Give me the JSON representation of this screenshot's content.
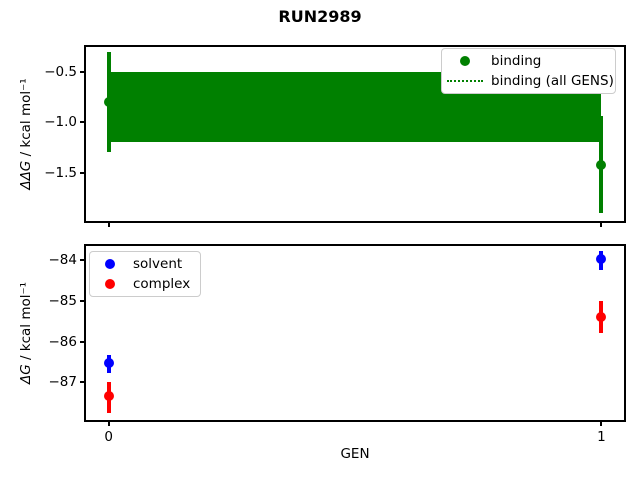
{
  "figure": {
    "title": "RUN2989",
    "background": "#ffffff"
  },
  "chart_data": [
    {
      "type": "scatter",
      "name": "binding-panel",
      "ylabel": {
        "math": "ΔΔG",
        "units": " / kcal mol⁻¹"
      },
      "xlim": [
        -0.05,
        1.05
      ],
      "ylim": [
        -2.0,
        -0.235
      ],
      "grid": false,
      "yticks": [
        {
          "value": -0.5,
          "label": "−0.5"
        },
        {
          "value": -1.0,
          "label": "−1.0"
        },
        {
          "value": -1.5,
          "label": "−1.5"
        }
      ],
      "xticks": [
        {
          "value": 0,
          "label": ""
        },
        {
          "value": 1,
          "label": ""
        }
      ],
      "series": [
        {
          "name": "binding",
          "color": "#008000",
          "marker": "circle",
          "points": [
            {
              "x": 0,
              "y": -0.8,
              "err_lo": -1.3,
              "err_hi": -0.3
            },
            {
              "x": 1,
              "y": -1.42,
              "err_lo": -1.9,
              "err_hi": -0.94
            }
          ]
        }
      ],
      "band": {
        "name": "binding (all GENS)",
        "color": "#008000",
        "x_from": 0,
        "x_to": 1,
        "y_lo": -1.2,
        "y_hi": -0.505,
        "mean": -0.85
      },
      "legend": {
        "position": "upper-right",
        "entries": [
          {
            "label": "binding",
            "handle": "circle",
            "color": "#008000"
          },
          {
            "label": "binding (all GENS)",
            "handle": "dotted-line",
            "color": "#008000"
          }
        ]
      }
    },
    {
      "type": "scatter",
      "name": "solvation-panel",
      "xlabel": "GEN",
      "ylabel": {
        "math": "ΔG",
        "units": " / kcal mol⁻¹"
      },
      "xlim": [
        -0.05,
        1.05
      ],
      "ylim": [
        -87.98,
        -83.6
      ],
      "grid": false,
      "yticks": [
        {
          "value": -84,
          "label": "−84"
        },
        {
          "value": -85,
          "label": "−85"
        },
        {
          "value": -86,
          "label": "−86"
        },
        {
          "value": -87,
          "label": "−87"
        }
      ],
      "xticks": [
        {
          "value": 0,
          "label": "0"
        },
        {
          "value": 1,
          "label": "1"
        }
      ],
      "series": [
        {
          "name": "solvent",
          "color": "#0000ff",
          "marker": "circle",
          "points": [
            {
              "x": 0,
              "y": -86.53,
              "err_lo": -86.78,
              "err_hi": -86.32
            },
            {
              "x": 1,
              "y": -83.98,
              "err_lo": -84.25,
              "err_hi": -83.76
            }
          ]
        },
        {
          "name": "complex",
          "color": "#ff0000",
          "marker": "circle",
          "points": [
            {
              "x": 0,
              "y": -87.35,
              "err_lo": -87.76,
              "err_hi": -86.99
            },
            {
              "x": 1,
              "y": -85.39,
              "err_lo": -85.8,
              "err_hi": -85.0
            }
          ]
        }
      ],
      "legend": {
        "position": "upper-left",
        "entries": [
          {
            "label": "solvent",
            "handle": "circle",
            "color": "#0000ff"
          },
          {
            "label": "complex",
            "handle": "circle",
            "color": "#ff0000"
          }
        ]
      }
    }
  ]
}
